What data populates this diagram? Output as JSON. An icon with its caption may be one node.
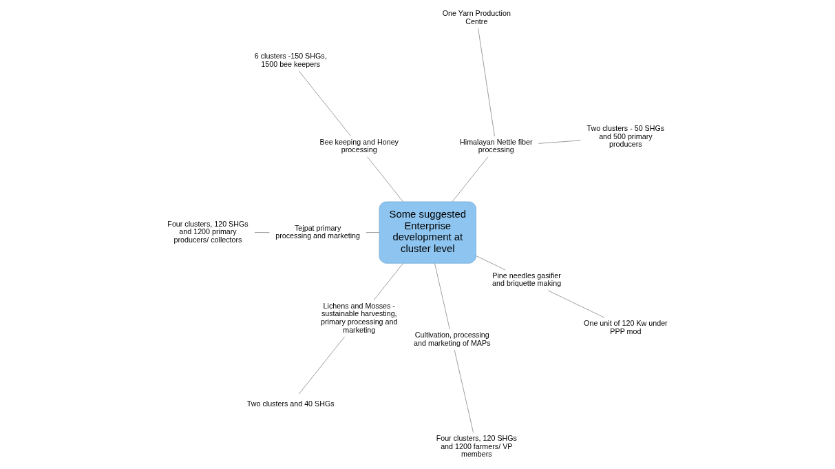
{
  "diagram": {
    "nodes": [
      {
        "text": [
          "Some suggested Enterprise development at cluster level"
        ]
      },
      {
        "text": [
          "Himalayan Nettle fiber processing"
        ]
      },
      {
        "text": [
          "Two clusters - 50 SHGs and 500 primary producers"
        ]
      },
      {
        "text": [
          "One Yarn Production Centre"
        ]
      },
      {
        "text": [
          "Bee keeping and Honey processing"
        ]
      },
      {
        "text": [
          "6 clusters -150 SHGs, 1500 bee keepers"
        ]
      },
      {
        "text": [
          "Tejpat primary processing and marketing"
        ]
      },
      {
        "text": [
          "Four clusters, 120 SHGs and 1200 primary producers/ collectors"
        ]
      },
      {
        "text": [
          "Lichens and Mosses - sustainable harvesting, primary processing and marketing"
        ]
      },
      {
        "text": [
          "Two clusters and 40 SHGs"
        ]
      },
      {
        "text": [
          "Cultivation, processing and marketing of MAPs"
        ]
      },
      {
        "text": [
          "Four clusters, 120 SHGs and 1200 farmers/ VP members"
        ]
      },
      {
        "text": [
          "Pine needles gasifier and briquette making"
        ]
      },
      {
        "text": [
          "One unit of 120 Kw under PPP mod"
        ]
      }
    ],
    "edges": [
      {
        "from": 0,
        "to": 1,
        "arrow": "none"
      },
      {
        "from": 1,
        "to": 2,
        "arrow": "none"
      },
      {
        "from": 1,
        "to": 3,
        "arrow": "none"
      },
      {
        "from": 0,
        "to": 4,
        "arrow": "none"
      },
      {
        "from": 4,
        "to": 5,
        "arrow": "none"
      },
      {
        "from": 0,
        "to": 6,
        "arrow": "none"
      },
      {
        "from": 6,
        "to": 7,
        "arrow": "none"
      },
      {
        "from": 0,
        "to": 8,
        "arrow": "none"
      },
      {
        "from": 8,
        "to": 9,
        "arrow": "none"
      },
      {
        "from": 0,
        "to": 10,
        "arrow": "none"
      },
      {
        "from": 10,
        "to": 11,
        "arrow": "none"
      },
      {
        "from": 0,
        "to": 12,
        "arrow": "none"
      },
      {
        "from": 12,
        "to": 13,
        "arrow": "none"
      }
    ]
  }
}
